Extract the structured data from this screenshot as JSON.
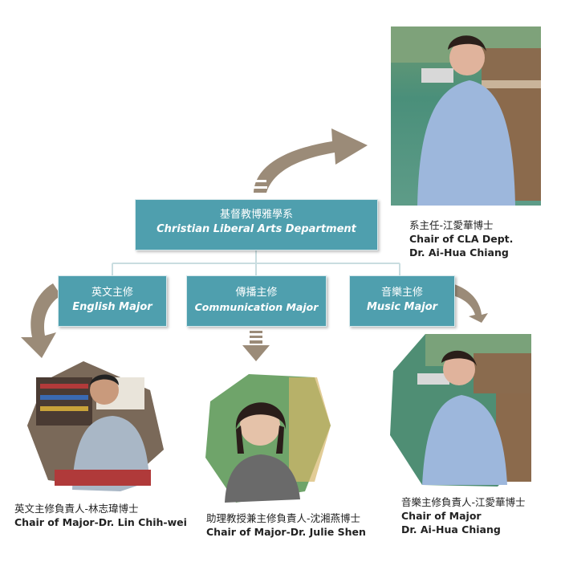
{
  "root": {
    "zh": "基督教博雅學系",
    "en": "Christian Liberal Arts Department"
  },
  "majors": [
    {
      "zh": "英文主修",
      "en": "English Major"
    },
    {
      "zh": "傳播主修",
      "en": "Communication Major"
    },
    {
      "zh": "音樂主修",
      "en": "Music Major"
    }
  ],
  "dept_chair": {
    "zh": "系主任-江愛華博士",
    "en1": "Chair of CLA Dept.",
    "en2": "Dr. Ai-Hua Chiang"
  },
  "people": [
    {
      "zh": "英文主修負責人-林志瑋博士",
      "en": "Chair of Major-Dr. Lin Chih-wei"
    },
    {
      "zh": "助理教授兼主修負責人-沈湘燕博士",
      "en": "Chair of Major-Dr. Julie Shen"
    },
    {
      "zh": "音樂主修負責人-江愛華博士",
      "en1": "Chair of Major",
      "en2": "Dr. Ai-Hua Chiang"
    }
  ],
  "colors": {
    "box": "#4f9fae",
    "arrow": "#9b8b78"
  }
}
